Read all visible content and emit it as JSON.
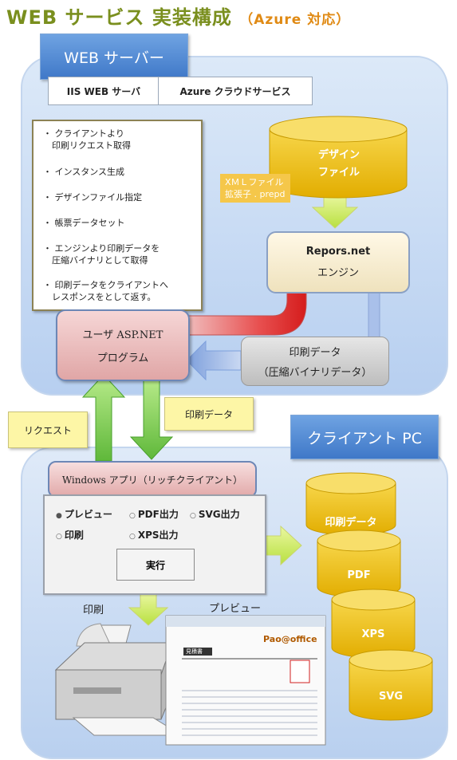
{
  "title": {
    "main": "WEB サービス 実装構成",
    "sub": "（Azure 対応）"
  },
  "server": {
    "tab_label": "WEB サーバー",
    "header_cells": [
      "IIS WEB サーバ",
      "Azure クラウドサービス"
    ],
    "steps": [
      "・ クライアントより\n　印刷リクエスト取得",
      "・ インスタンス生成",
      "・ デザインファイル指定",
      "・ 帳票データセット",
      "・ エンジンより印刷データを\n　圧縮バイナリとして取得",
      "・ 印刷データをクライアントへ\n　レスポンスをとして返す。"
    ],
    "design_file": "デザイン\nファイル",
    "xml_note": "XＭＬファイル\n拡張子 . prepd",
    "engine": {
      "name": "Repors.net",
      "sub": "エンジン"
    },
    "asp": {
      "line1": "ユーザ ASP.NET",
      "line2": "プログラム"
    },
    "print_data": {
      "line1": "印刷データ",
      "line2": "（圧縮バイナリデータ）"
    }
  },
  "request_label": "リクエスト",
  "print_data_label": "印刷データ",
  "client": {
    "tab_label": "クライアント PC",
    "app_title": "Windows アプリ（リッチクライアント）",
    "options": [
      "プレビュー",
      "PDF出力",
      "SVG出力",
      "印刷",
      "XPS出力"
    ],
    "exec_button": "実行",
    "outputs": [
      "印刷データ",
      "PDF",
      "XPS",
      "SVG"
    ],
    "print_label": "印刷",
    "preview_label": "プレビュー",
    "preview_doc": {
      "brand": "Pao@office",
      "heading": "見積書"
    }
  },
  "colors": {
    "title": "#7a8f1e",
    "subtitle": "#e08a14",
    "cylinder": "#e8b800",
    "arrow_green": "#8ed05a",
    "arrow_red": "#e02020"
  }
}
